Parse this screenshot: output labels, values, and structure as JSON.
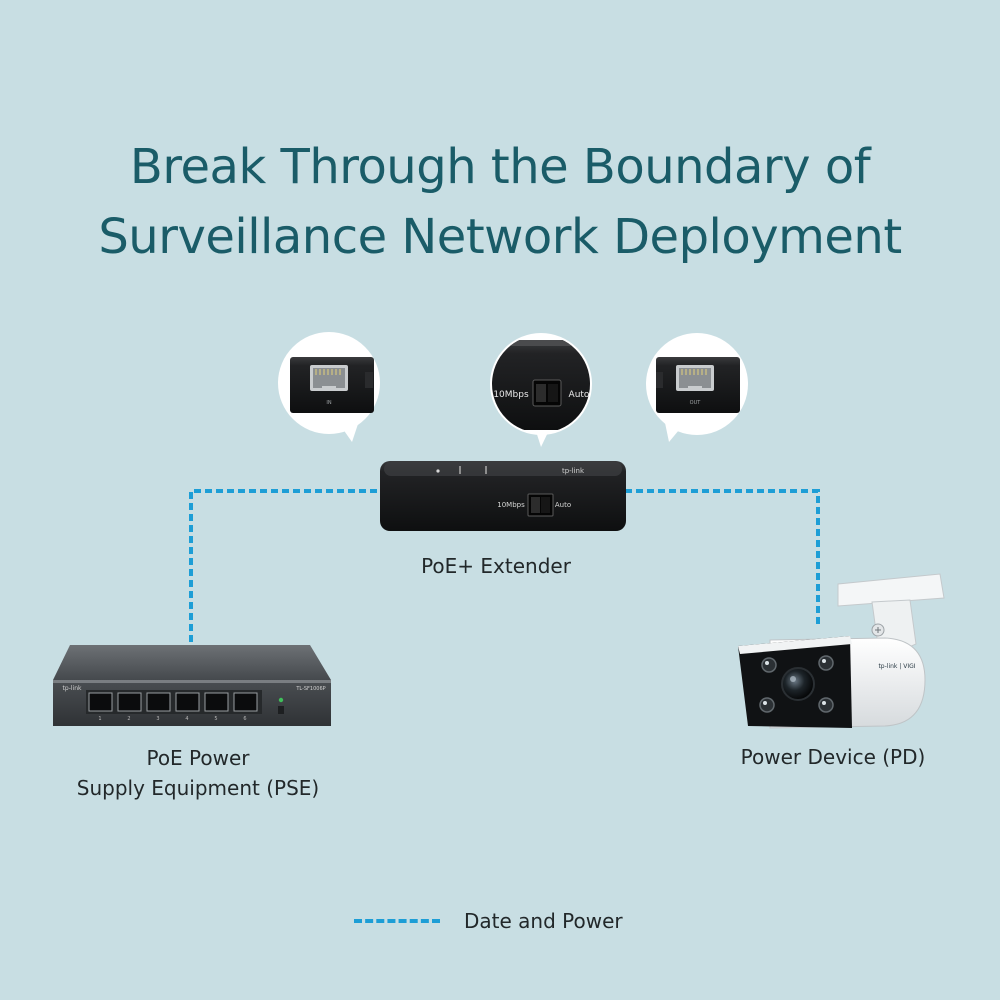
{
  "headline": {
    "line1": "Break Through the Boundary of",
    "line2": "Surveillance Network Deployment"
  },
  "devices": {
    "extender": {
      "label": "PoE+ Extender",
      "switch_left": "10Mbps",
      "switch_right": "Auto",
      "brand": "tp-link"
    },
    "pse": {
      "label_line1": "PoE Power",
      "label_line2": "Supply Equipment (PSE)",
      "brand": "tp-link",
      "model": "TL-SF1006P",
      "port_numbers": [
        "1",
        "2",
        "3",
        "4",
        "5",
        "6"
      ]
    },
    "pd": {
      "label": "Power Device (PD)",
      "brand": "tp-link | VIGI"
    }
  },
  "callouts": {
    "in_port": "IN",
    "switch_left": "10Mbps",
    "switch_right": "Auto",
    "out_port": "OUT"
  },
  "legend": {
    "label": "Date and Power"
  },
  "colors": {
    "background": "#c8dee3",
    "headline": "#1a5c68",
    "cable": "#1d9ed6"
  }
}
